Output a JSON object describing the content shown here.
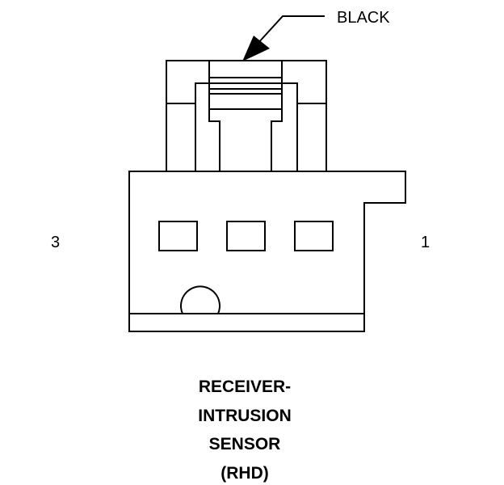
{
  "callout": {
    "text": "BLACK"
  },
  "pins": {
    "left": "3",
    "right": "1"
  },
  "caption": {
    "lines": [
      "RECEIVER-",
      "INTRUSION",
      "SENSOR",
      "(RHD)"
    ]
  },
  "colors": {
    "ink": "#000000",
    "background": "#ffffff"
  }
}
